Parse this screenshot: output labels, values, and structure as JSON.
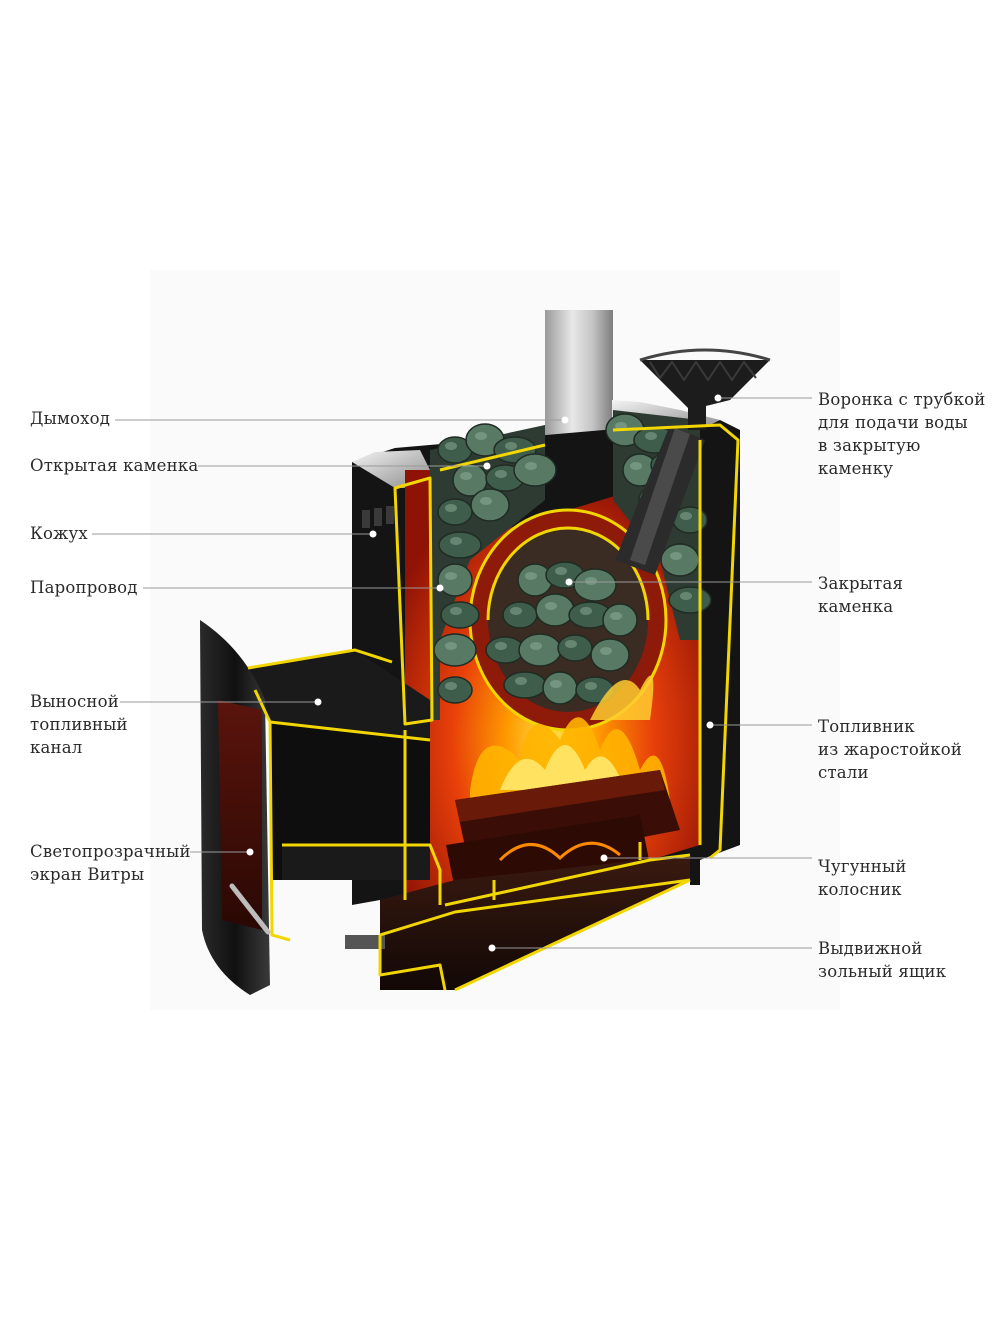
{
  "labels_left": [
    {
      "id": "chimney",
      "text": "Дымоход"
    },
    {
      "id": "open-heater",
      "text": "Открытая каменка"
    },
    {
      "id": "casing",
      "text": "Кожух"
    },
    {
      "id": "steam-duct",
      "text": "Паропровод"
    },
    {
      "id": "fuel-channel",
      "text": "Выносной\nтопливный\nканал"
    },
    {
      "id": "vitra-screen",
      "text": "Светопрозрачный\nэкран Витры"
    }
  ],
  "labels_right": [
    {
      "id": "water-funnel",
      "text": "Воронка с трубкой\nдля подачи воды\nв закрытую\nкаменку"
    },
    {
      "id": "closed-heater",
      "text": "Закрытая\nкаменка"
    },
    {
      "id": "firebox",
      "text": "Топливник\nиз жаростойкой\nстали"
    },
    {
      "id": "grate",
      "text": "Чугунный\nколосник"
    },
    {
      "id": "ash-drawer",
      "text": "Выдвижной\nзольный ящик"
    }
  ],
  "colors": {
    "accent_outline": "#f2d600",
    "steel_dark": "#1c1c1c",
    "fire_red": "#c4200c",
    "fire_orange": "#ff8a00",
    "stone_green": "#4f6f5a",
    "leader_line": "#9a9a9a"
  }
}
